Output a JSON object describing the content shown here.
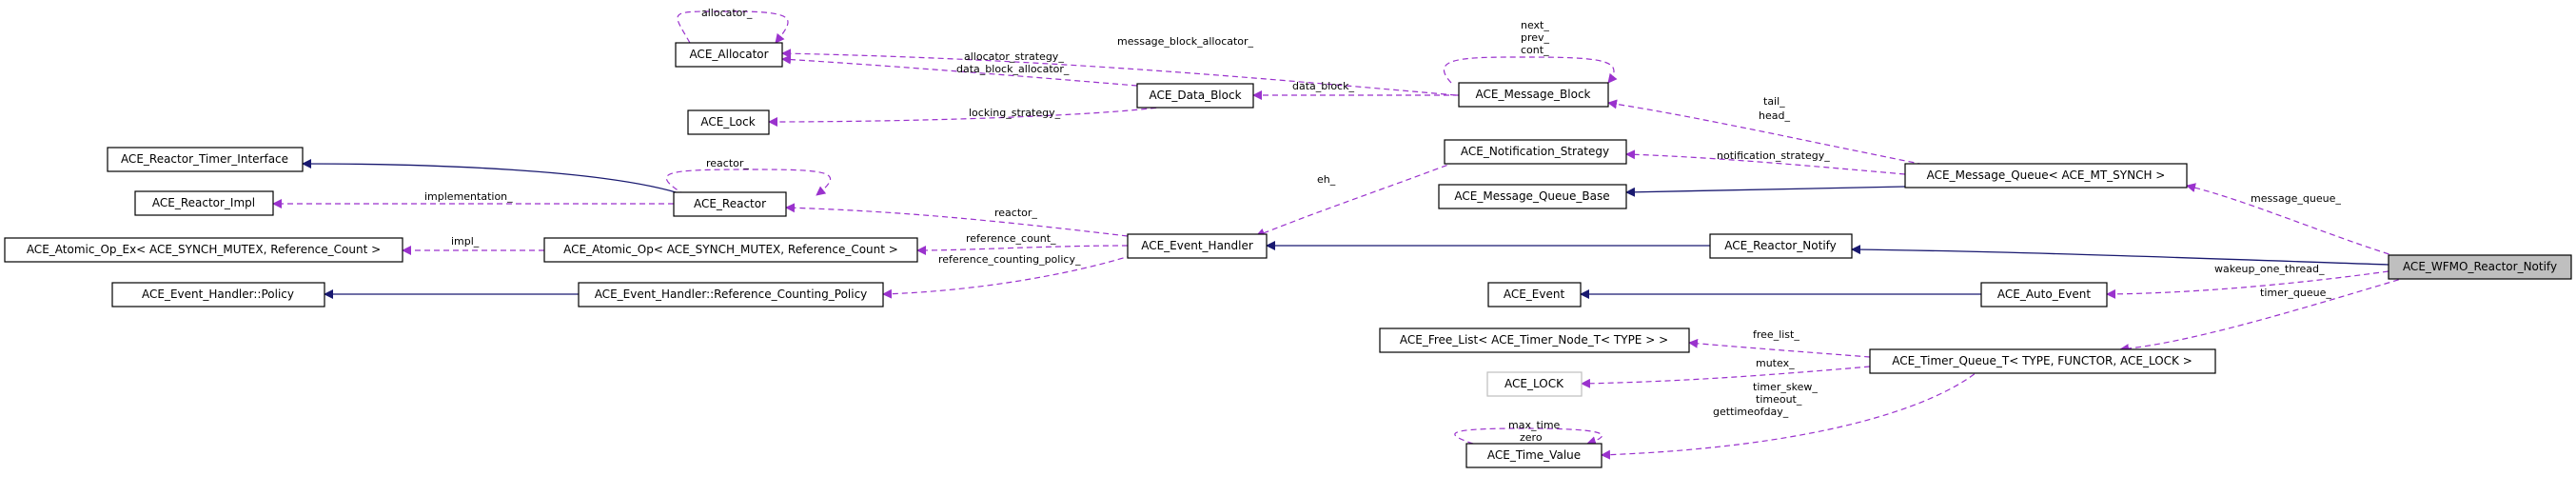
{
  "nodes": {
    "allocator": "ACE_Allocator",
    "lock": "ACE_Lock",
    "timer_iface": "ACE_Reactor_Timer_Interface",
    "reactor_impl": "ACE_Reactor_Impl",
    "atomic_ex": "ACE_Atomic_Op_Ex< ACE_SYNCH_MUTEX, Reference_Count >",
    "handler_policy": "ACE_Event_Handler::Policy",
    "reactor": "ACE_Reactor",
    "atomic_op": "ACE_Atomic_Op< ACE_SYNCH_MUTEX, Reference_Count >",
    "ref_policy": "ACE_Event_Handler::Reference_Counting_Policy",
    "data_block": "ACE_Data_Block",
    "event_handler": "ACE_Event_Handler",
    "message_block": "ACE_Message_Block",
    "notif_strategy": "ACE_Notification_Strategy",
    "mq_base": "ACE_Message_Queue_Base",
    "event": "ACE_Event",
    "free_list": "ACE_Free_List< ACE_Timer_Node_T< TYPE > >",
    "ace_lock_t": "ACE_LOCK",
    "time_value": "ACE_Time_Value",
    "message_queue": "ACE_Message_Queue< ACE_MT_SYNCH >",
    "reactor_notify": "ACE_Reactor_Notify",
    "auto_event": "ACE_Auto_Event",
    "timer_queue": "ACE_Timer_Queue_T< TYPE, FUNCTOR, ACE_LOCK >",
    "wfmo_notify": "ACE_WFMO_Reactor_Notify"
  },
  "edge_labels": {
    "allocator_self": "allocator_",
    "message_block_allocator": "message_block_allocator_",
    "allocator_strategy": "allocator_strategy_",
    "data_block_allocator": "data_block_allocator_",
    "locking_strategy": "locking_strategy_",
    "data_block": "data_block_",
    "mb_next": "next_",
    "mb_prev": "prev_",
    "mb_cont": "cont_",
    "mq_tail": "tail_",
    "mq_head": "head_",
    "reactor_self": "reactor_",
    "implementation": "implementation_",
    "eh_reactor": "reactor_",
    "impl": "impl_",
    "reference_count": "reference_count_",
    "reference_counting_policy": "reference_counting_policy_",
    "eh": "eh_",
    "notification_strategy": "notification_strategy_",
    "message_queue": "message_queue_",
    "wakeup_one_thread": "wakeup_one_thread_",
    "timer_queue": "timer_queue_",
    "free_list": "free_list_",
    "mutex": "mutex_",
    "timer_skew": "timer_skew_",
    "timeout": "timeout_",
    "gettimeofday": "gettimeofday_",
    "max_time": "max_time",
    "zero": "zero"
  },
  "colors": {
    "inheritance": "#191970",
    "usage": "#9a32cd",
    "highlight": "#bfbfbf"
  }
}
